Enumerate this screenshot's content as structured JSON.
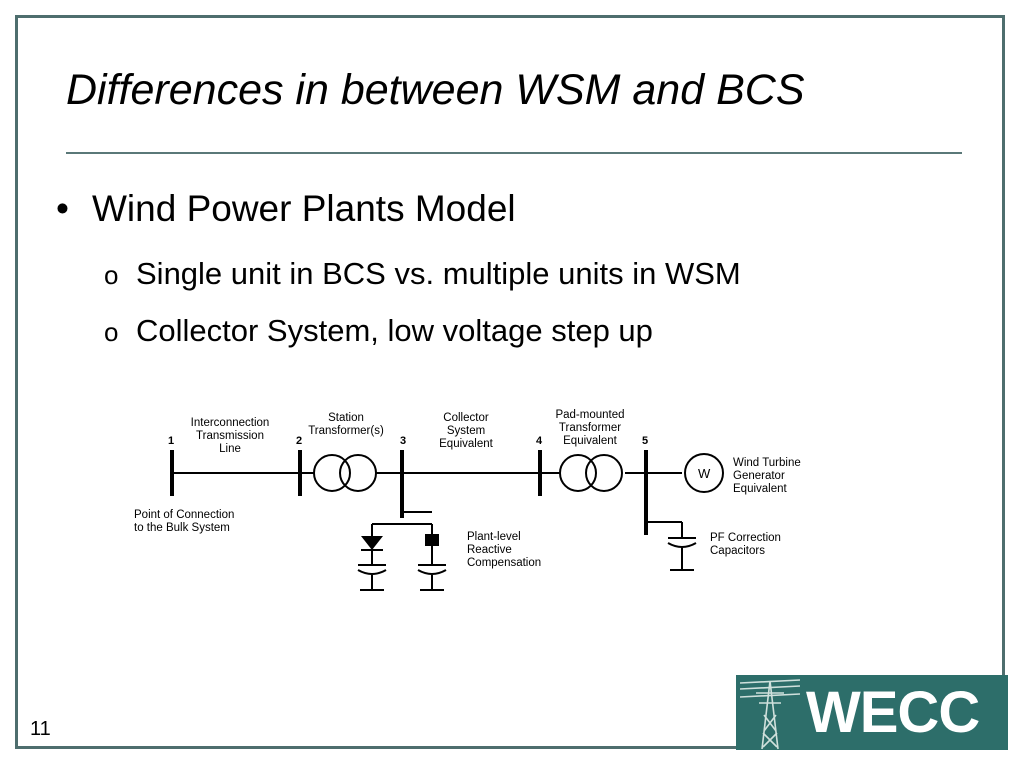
{
  "slide": {
    "title": "Differences in between WSM and BCS",
    "bullets": [
      {
        "label": "Wind Power Plants Model",
        "subitems": [
          "Single unit in BCS vs. multiple units in WSM",
          "Collector System, low voltage step up"
        ]
      }
    ],
    "page_number": "11"
  },
  "diagram": {
    "bus_numbers": [
      "1",
      "2",
      "3",
      "4",
      "5"
    ],
    "labels": {
      "interconnection": [
        "Interconnection",
        "Transmission",
        "Line"
      ],
      "station_transformer": [
        "Station",
        "Transformer(s)"
      ],
      "collector": [
        "Collector",
        "System",
        "Equivalent"
      ],
      "padmounted": [
        "Pad-mounted",
        "Transformer",
        "Equivalent"
      ],
      "wind_turbine": [
        "Wind Turbine",
        "Generator",
        "Equivalent"
      ],
      "point_of_connection": [
        "Point of Connection",
        "to the Bulk System"
      ],
      "plant_level": [
        "Plant-level",
        "Reactive",
        "Compensation"
      ],
      "pf_correction": [
        "PF Correction",
        "Capacitors"
      ],
      "generator_symbol": "W"
    }
  },
  "logo": {
    "text": "WECC",
    "background_color": "#2d6e6a",
    "icon": "transmission-tower-icon"
  }
}
